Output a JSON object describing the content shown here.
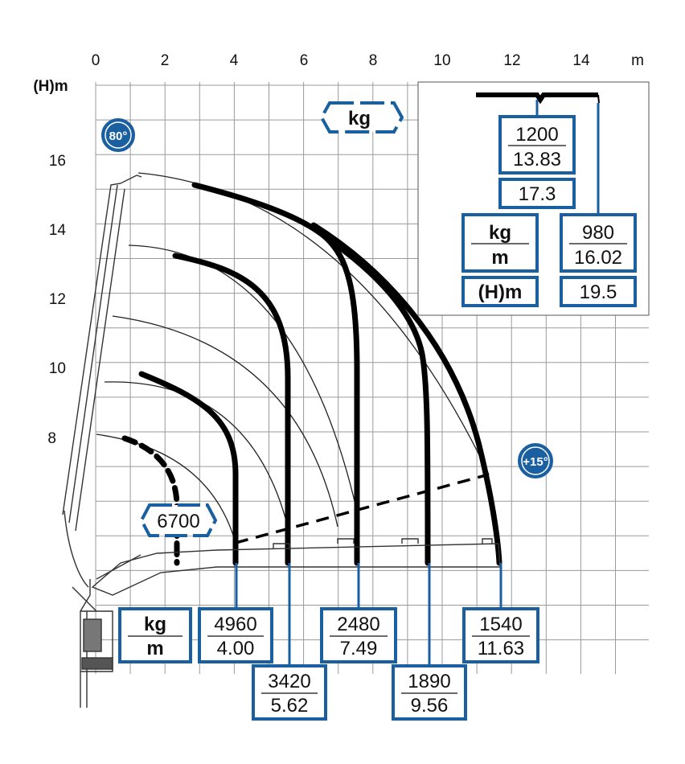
{
  "colors": {
    "blue": "#1a5fa0",
    "grid": "#9a9a9a",
    "curve": "#000000",
    "arc": "#222222"
  },
  "axis": {
    "x_ticks": [
      "0",
      "2",
      "4",
      "6",
      "8",
      "10",
      "12",
      "14"
    ],
    "x_unit": "m",
    "y_ticks": [
      "8",
      "10",
      "12",
      "14",
      "16"
    ],
    "y_unit": "(H)m"
  },
  "badges": {
    "angle_max": "80°",
    "angle_min": "+15°"
  },
  "labels": {
    "kg_top": "kg",
    "kg_unit": "kg",
    "m_unit": "m",
    "h_unit": "(H)m",
    "max_load": "6700"
  },
  "loads": [
    {
      "kg": "4960",
      "m": "4.00"
    },
    {
      "kg": "3420",
      "m": "5.62"
    },
    {
      "kg": "2480",
      "m": "7.49"
    },
    {
      "kg": "1890",
      "m": "9.56"
    },
    {
      "kg": "1540",
      "m": "11.63"
    }
  ],
  "jib": {
    "a": {
      "kg": "1200",
      "m": "13.83",
      "h": "17.3"
    },
    "b": {
      "kg": "980",
      "m": "16.02",
      "h": "19.5"
    }
  }
}
